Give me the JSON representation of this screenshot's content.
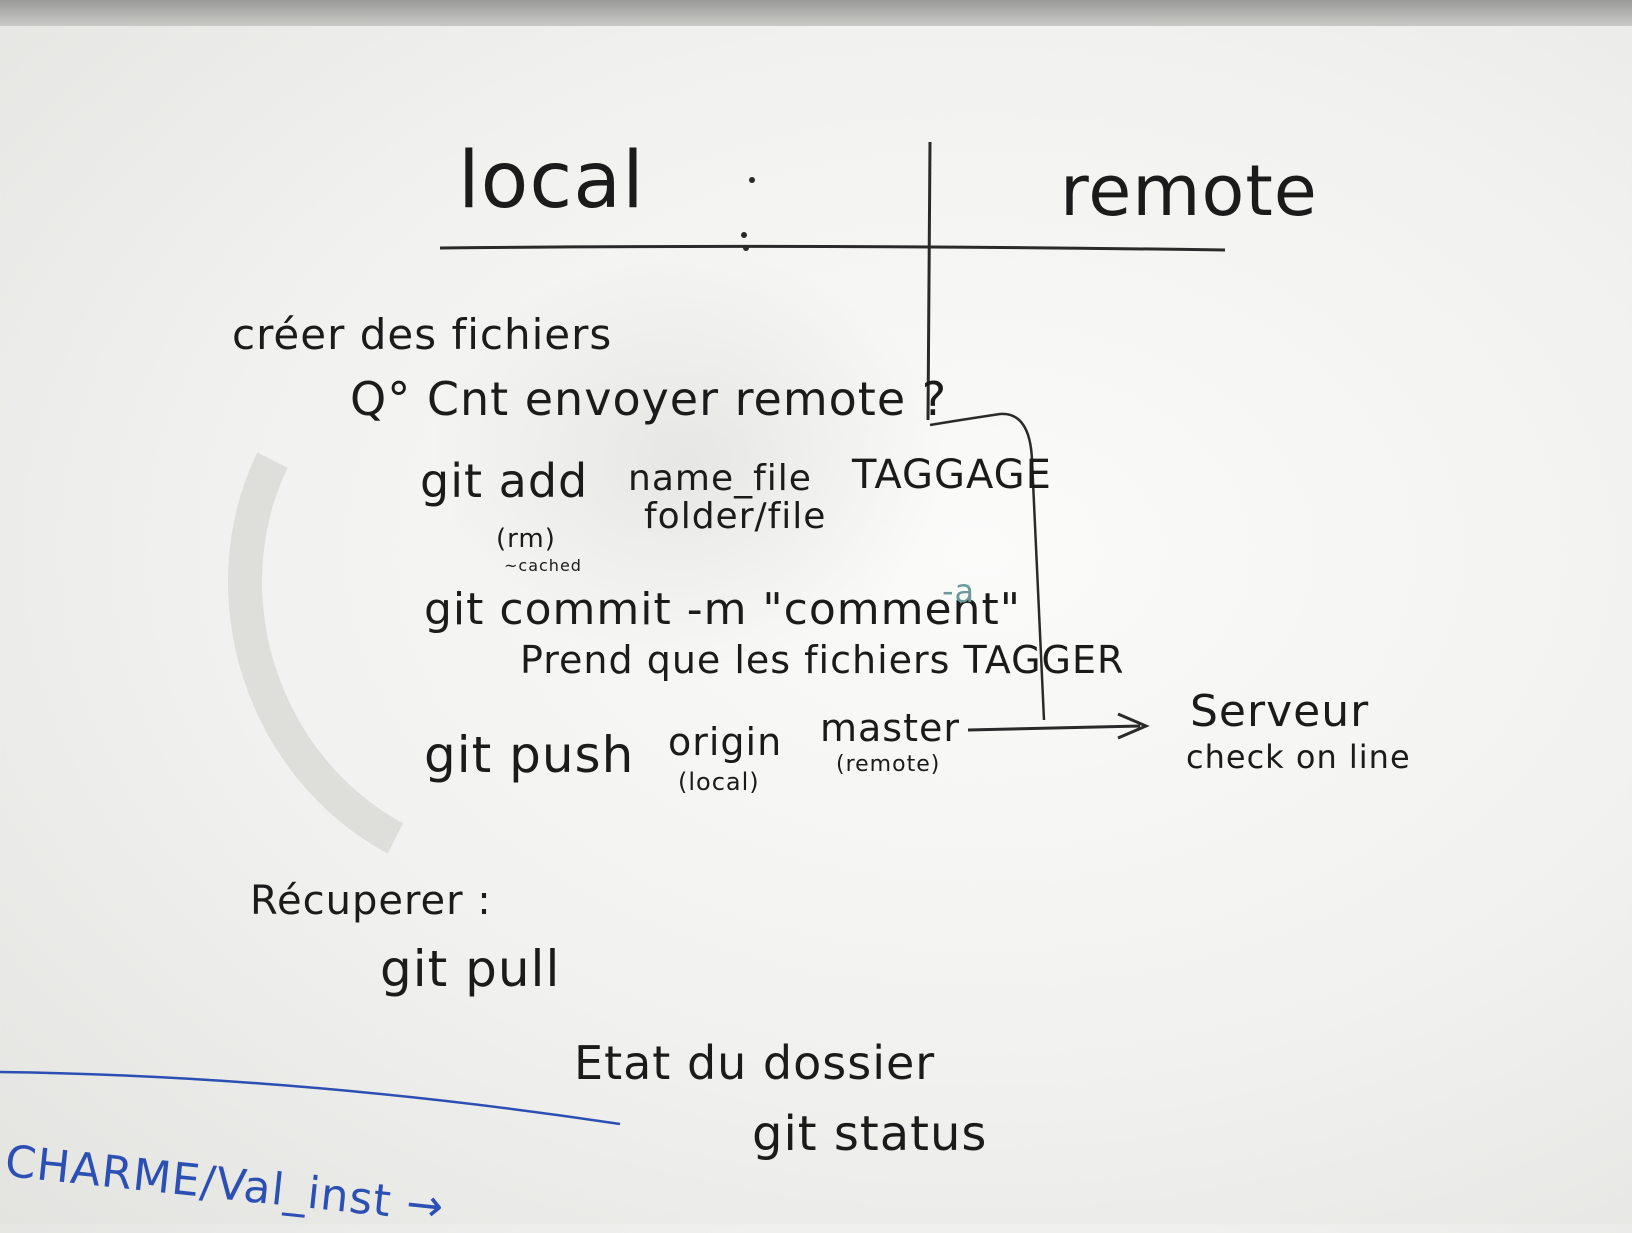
{
  "header": {
    "local": "local",
    "remote": "remote"
  },
  "notes": {
    "creer": "créer des fichiers",
    "question": "Q° Cnt envoyer remote ?",
    "git_add": "git add",
    "name_file": "name_file",
    "folder_file": "folder/file",
    "taggage": "TAGGAGE",
    "rm": "(rm)",
    "cached": "~cached",
    "git_commit": "git commit -m \"comment\"",
    "commit_flag": "-a",
    "prend": "Prend que les fichiers TAGGER",
    "git_push": "git push",
    "origin": "origin",
    "origin_note": "(local)",
    "master": "master",
    "master_note": "(remote)",
    "serveur": "Serveur",
    "check": "check on line",
    "recuperer": "Récuperer :",
    "git_pull": "git pull",
    "etat": "Etat du dossier",
    "git_status": "git status",
    "charme": "CHARME/Val_inst →"
  },
  "colors": {
    "ink": "#1b1b1b",
    "blue_ink": "#2b4fb3",
    "board": "#f4f4f2"
  }
}
